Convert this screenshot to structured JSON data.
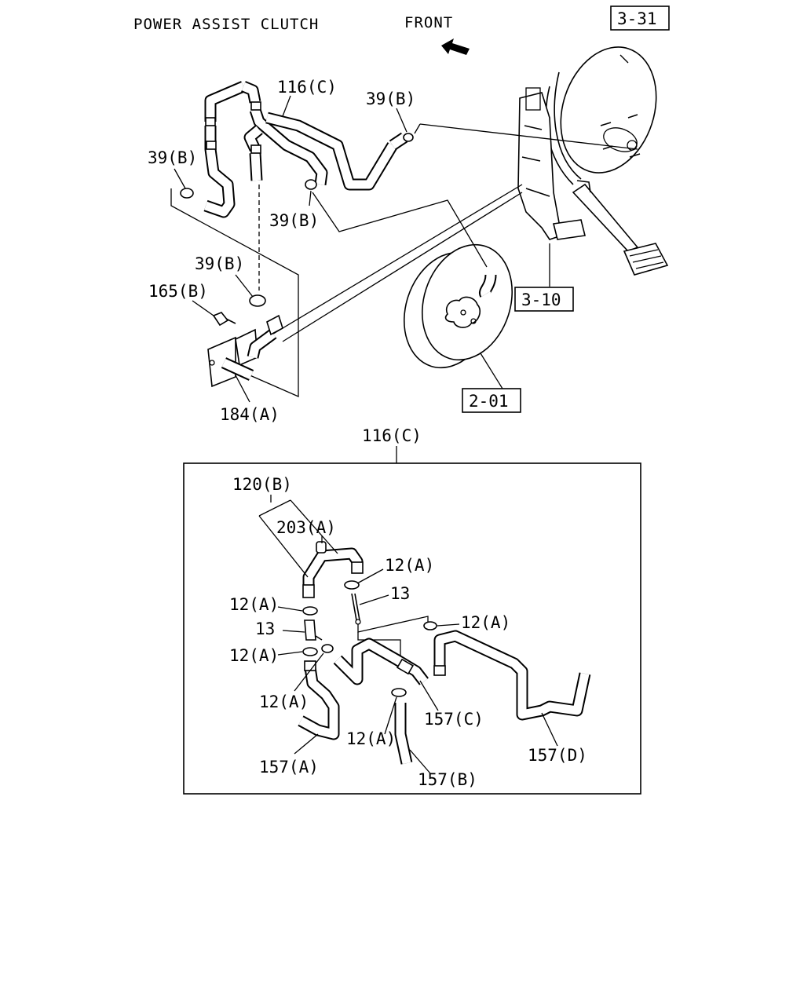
{
  "title": "POWER ASSIST CLUTCH",
  "front_label": "FRONT",
  "ref_boxes": {
    "master_vac": "3-31",
    "pedal": "3-10",
    "booster": "2-01"
  },
  "labels": {
    "hose_assembly_top": "116(C)",
    "clip_top_right": "39(B)",
    "clip_left": "39(B)",
    "clip_mid": "39(B)",
    "clip_lower": "39(B)",
    "bolt": "165(B)",
    "bracket": "184(A)",
    "detail_title": "116(C)",
    "pipe_assembly": "120(B)",
    "cap": "203(A)",
    "clamp_1": "12(A)",
    "joint_1": "13",
    "clamp_2": "12(A)",
    "joint_2": "13",
    "clamp_3": "12(A)",
    "clamp_4": "12(A)",
    "clamp_5": "12(A)",
    "clamp_6": "12(A)",
    "hose_a": "157(A)",
    "hose_b": "157(B)",
    "hose_c": "157(C)",
    "hose_d": "157(D)"
  }
}
